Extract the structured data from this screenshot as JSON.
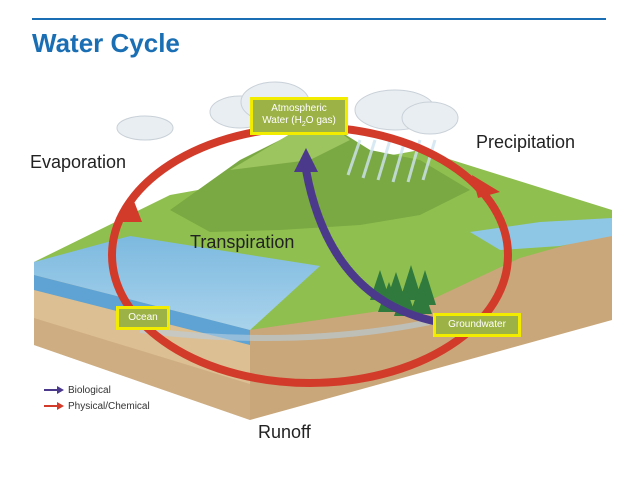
{
  "title": "Water Cycle",
  "labels": {
    "evaporation": "Evaporation",
    "precipitation": "Precipitation",
    "transpiration": "Transpiration",
    "runoff": "Runoff"
  },
  "boxes": {
    "atmospheric_line1": "Atmospheric",
    "atmospheric_line2_a": "Water (H",
    "atmospheric_line2_sub": "2",
    "atmospheric_line2_b": "O gas)",
    "ocean": "Ocean",
    "groundwater": "Groundwater"
  },
  "legend": [
    {
      "label": "Biological",
      "color": "#4b3a8c"
    },
    {
      "label": "Physical/Chemical",
      "color": "#d23b2a"
    }
  ],
  "colors": {
    "title": "#1a6fb4",
    "cycle_arrow": "#d23b2a",
    "bio_arrow": "#4b3a8c",
    "box_border": "#f2ec00"
  }
}
